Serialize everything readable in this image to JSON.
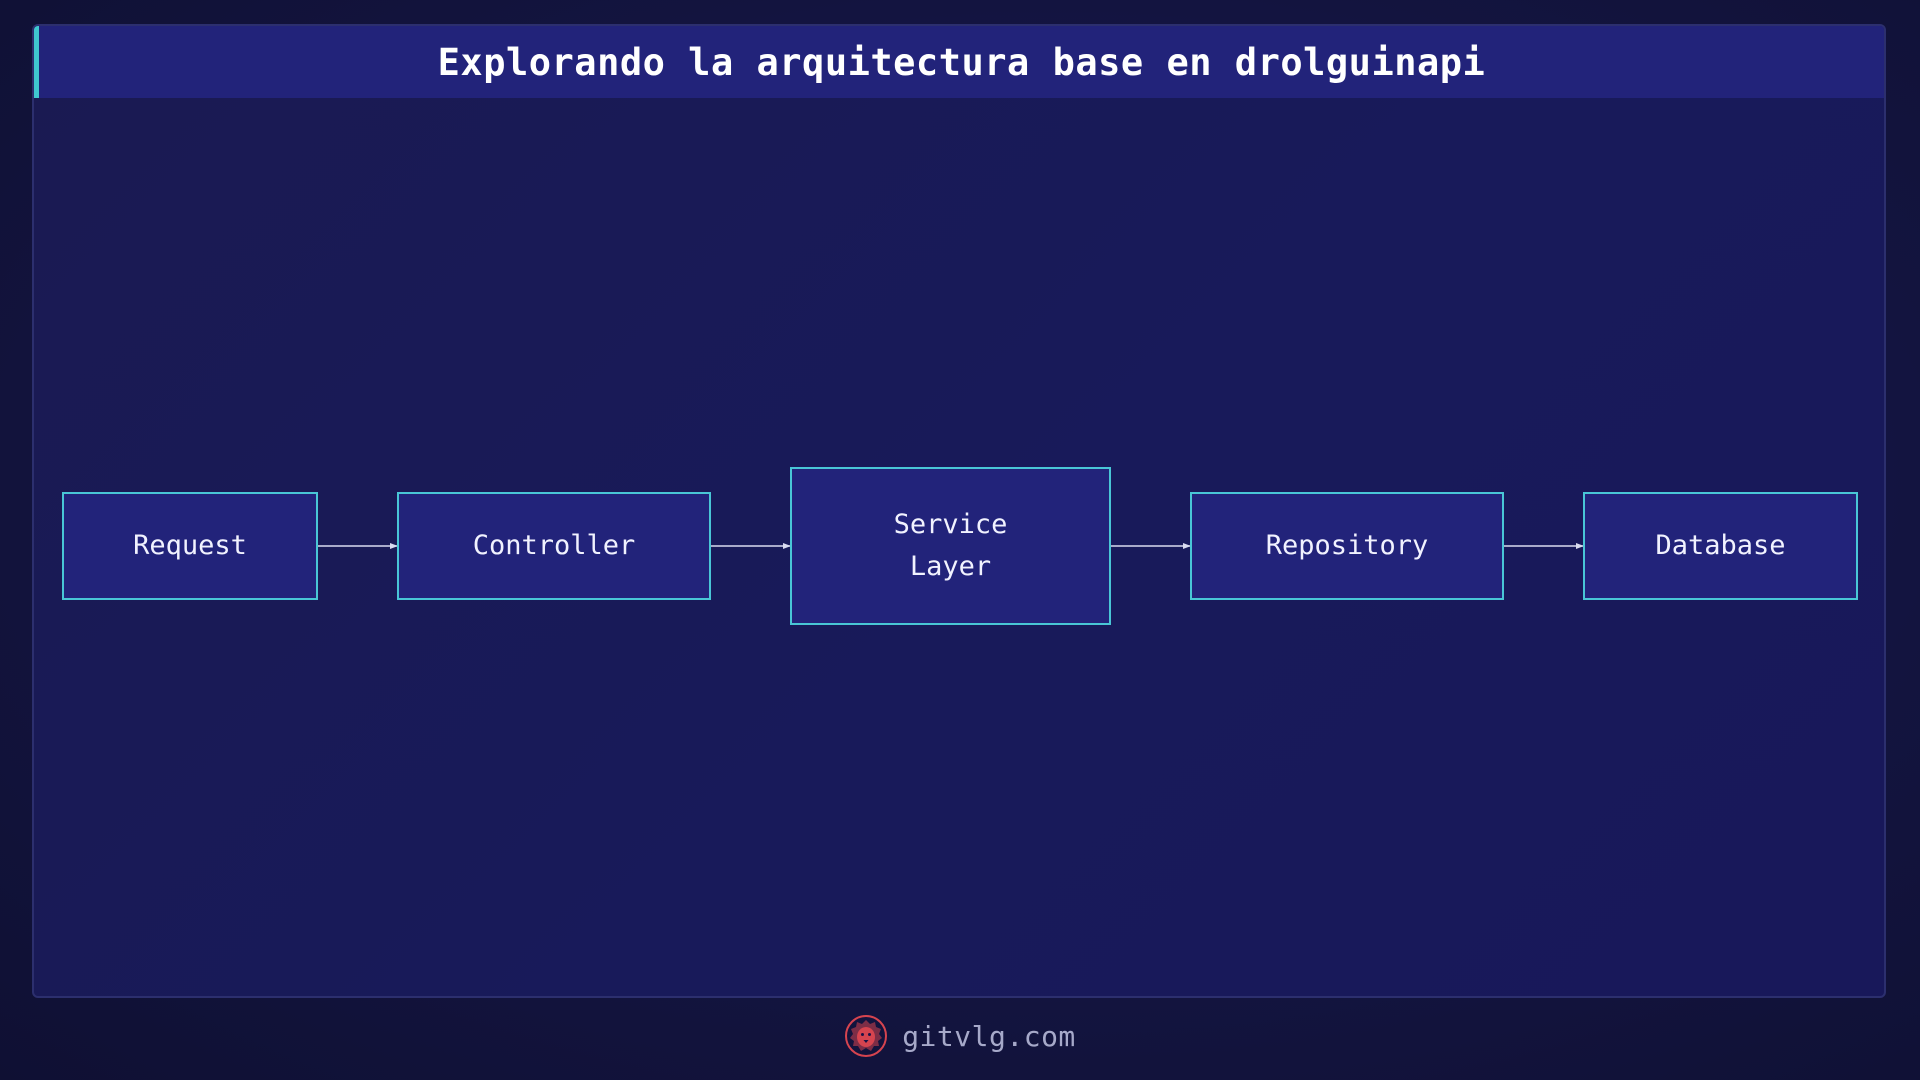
{
  "title": "Explorando la arquitectura base en drolguinapi",
  "diagram": {
    "nodes": [
      {
        "id": "request",
        "label": "Request"
      },
      {
        "id": "controller",
        "label": "Controller"
      },
      {
        "id": "service",
        "label": "Service\nLayer"
      },
      {
        "id": "repository",
        "label": "Repository"
      },
      {
        "id": "database",
        "label": "Database"
      }
    ],
    "edges": [
      {
        "from": "request",
        "to": "controller"
      },
      {
        "from": "controller",
        "to": "service"
      },
      {
        "from": "service",
        "to": "repository"
      },
      {
        "from": "repository",
        "to": "database"
      }
    ]
  },
  "footer": {
    "logo_icon": "lion-head-icon",
    "site": "gitvlg.com"
  },
  "colors": {
    "node_border": "#49c6d6",
    "accent": "#3fc7cf",
    "logo": "#d6444f"
  }
}
